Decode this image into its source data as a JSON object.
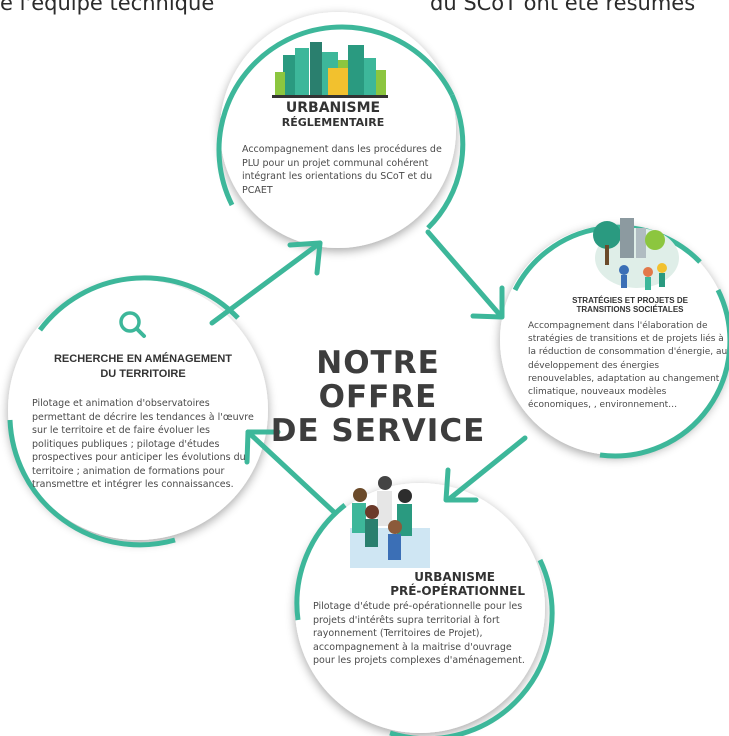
{
  "header": {
    "left_fragment": "e l'équipe technique",
    "right_fragment": "du SCoT ont été résumés"
  },
  "center": {
    "line1": "NOTRE OFFRE",
    "line2": "DE SERVICE"
  },
  "colors": {
    "teal": "#3db79a",
    "teal_dark": "#2a9a80",
    "text_dark": "#333333"
  },
  "cards": {
    "urbanisme_reglementaire": {
      "title1": "URBANISME",
      "title2": "RÉGLEMENTAIRE",
      "body": "Accompagnement dans les procédures de PLU pour un projet communal cohérent intégrant les orientations du SCoT et du PCAET"
    },
    "strategies": {
      "title1": "STRATÉGIES ET PROJETS DE",
      "title2": "TRANSITIONS SOCIÉTALES",
      "body": "Accompagnement dans l'élaboration de stratégies de transitions et de projets liés à la réduction de consommation d'énergie, au développement des énergies renouvelables, adaptation au changement climatique, nouveaux modèles économiques, , environnement…"
    },
    "pre_operationnel": {
      "title1": "URBANISME",
      "title2": "PRÉ-OPÉRATIONNEL",
      "body": "Pilotage d'étude pré-opérationnelle pour les projets d'intérêts supra territorial à fort rayonnement (Territoires de Projet), accompagnement à la maitrise d'ouvrage pour les projets complexes d'aménagement."
    },
    "recherche": {
      "title1": "RECHERCHE EN AMÉNAGEMENT",
      "title2": "DU TERRITOIRE",
      "body": "Pilotage et animation d'observatoires permettant de décrire les tendances à l'œuvre sur le territoire et de faire évoluer les politiques publiques ; pilotage d'études prospectives pour anticiper les évolutions du territoire ; animation de formations pour transmettre et intégrer les connaissances."
    }
  }
}
